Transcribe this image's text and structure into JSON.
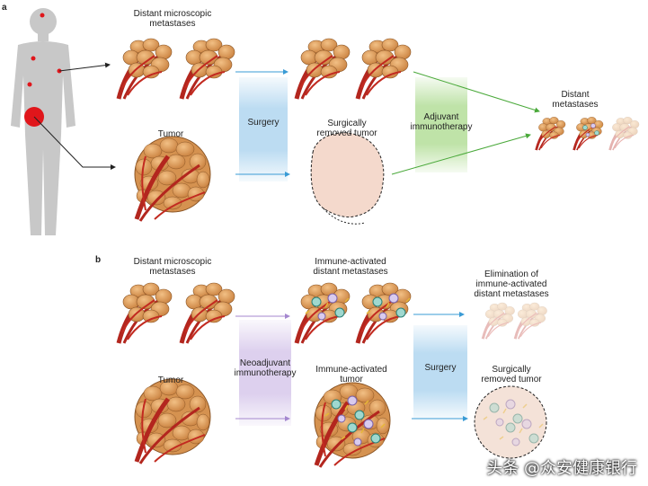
{
  "panels": {
    "a": {
      "letter": "a",
      "distant_micro": "Distant microscopic\nmetastases",
      "tumor": "Tumor",
      "surgery": "Surgery",
      "surgically_removed": "Surgically\nremoved tumor",
      "adjuvant": "Adjuvant\nimmunotherapy",
      "distant_metastases": "Distant\nmetastases"
    },
    "b": {
      "letter": "b",
      "distant_micro": "Distant microscopic\nmetastases",
      "tumor": "Tumor",
      "neoadjuvant": "Neoadjuvant\nimmunotherapy",
      "immune_distant": "Immune-activated\ndistant metastases",
      "immune_tumor": "Immune-activated\ntumor",
      "surgery": "Surgery",
      "elimination": "Elimination of\nimmune-activated\ndistant metastases",
      "surgically_removed": "Surgically\nremoved tumor"
    }
  },
  "watermark": "头条 @众安健康银行",
  "colors": {
    "surgery_box": "#bcdcf2",
    "adjuvant_box": "#bfe3a8",
    "neoadjuvant_box": "#ddd0ee",
    "tumor_cell": "#d9954f",
    "vessel": "#b3261e",
    "removed_tumor": "#f4d9cc",
    "body": "#c8c8c8",
    "body_marker": "#e0161b"
  }
}
